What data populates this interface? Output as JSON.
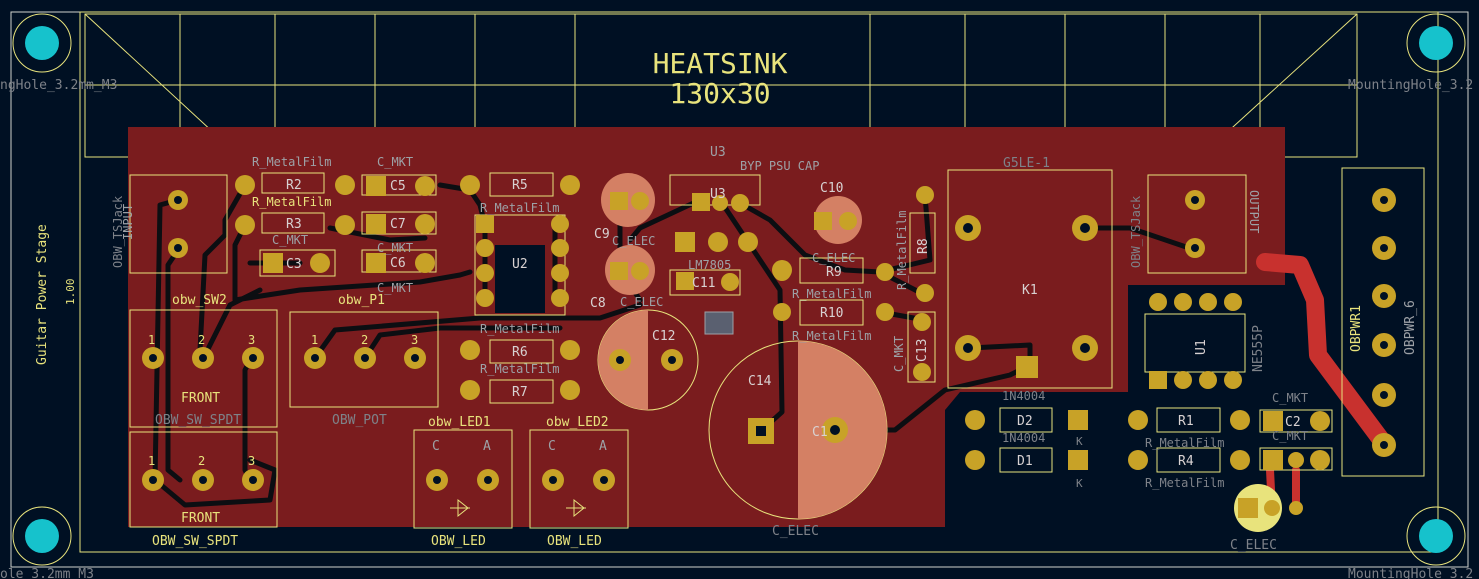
{
  "board": {
    "heatsink_line1": "HEATSINK",
    "heatsink_line2": "130x30",
    "side_title": "Guitar Power Stage",
    "side_version": "1.00",
    "mounting_hole_tl": "ngHole_3.2mm_M3",
    "mounting_hole_tr": "MountingHole_3.2",
    "mounting_hole_bl": "ole_3.2mm_M3",
    "mounting_hole_br": "MountingHole_3.2"
  },
  "labels": {
    "r_metalfilm": "R_MetalFilm",
    "c_mkt": "C_MKT",
    "c_elec": "C_ELEC",
    "front": "FRONT",
    "obw_sw_spdt": "OBW_SW_SPDT",
    "obw_pot": "OBW_POT",
    "obw_led": "OBW_LED",
    "obw_ts_jack": "OBW_TSJack",
    "input": "INPUT",
    "output": "OUTPUT",
    "g5le": "G5LE-1",
    "ne555p": "NE555P",
    "obpwr_6": "OBPWR_6",
    "diode_part": "1N4004",
    "lm7805": "LM7805",
    "byp_psu_cap": "BYP PSU CAP",
    "pin_c": "C",
    "pin_a": "A",
    "pin_k": "K"
  },
  "refs": {
    "R2": "R2",
    "R3": "R3",
    "R5": "R5",
    "R6": "R6",
    "R7": "R7",
    "R8": "R8",
    "R9": "R9",
    "R10": "R10",
    "R1": "R1",
    "R4": "R4",
    "C3": "C3",
    "C5": "C5",
    "C6": "C6",
    "C7": "C7",
    "C8": "C8",
    "C9": "C9",
    "C10": "C10",
    "C11": "C11",
    "C12": "C12",
    "C13": "C13",
    "C14": "C14",
    "C2": "C2",
    "U1": "U1",
    "U2": "U2",
    "U3": "U3",
    "K1": "K1",
    "D1": "D1",
    "D2": "D2",
    "OBPWR1": "OBPWR1",
    "obw_SW2": "obw_SW2",
    "obw_P1": "obw_P1",
    "obw_LED1": "obw_LED1",
    "obw_LED2": "obw_LED2",
    "pin1": "1",
    "pin2": "2",
    "pin3": "3"
  },
  "colors": {
    "background": "#001023",
    "board_edge": "#d0d2cd",
    "copper_fill": "#7a1c1e",
    "silkscreen": "#e8e37c",
    "pad": "#c8a227",
    "track": "#0c0e12",
    "red_track": "#c8312e",
    "mounting_hole": "#16c2cc"
  }
}
